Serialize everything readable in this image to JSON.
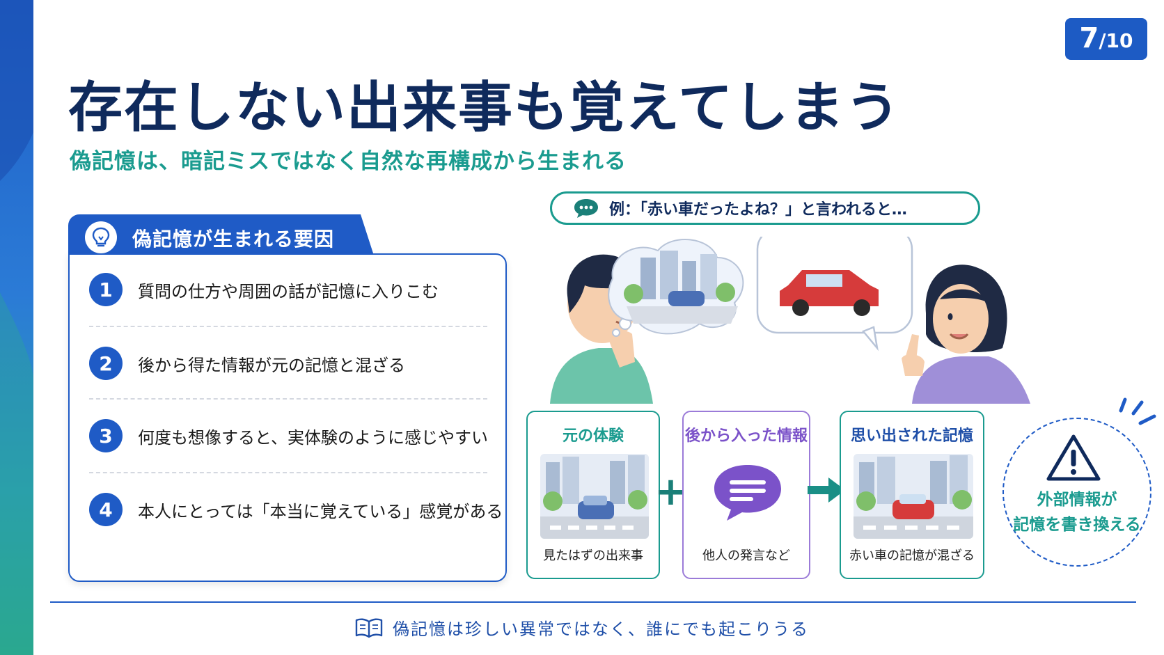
{
  "page": {
    "current": "7",
    "total": "/10"
  },
  "title": "存在しない出来事も覚えてしまう",
  "subtitle": "偽記憶は、暗記ミスではなく自然な再構成から生まれる",
  "factors": {
    "heading": "偽記憶が生まれる要因",
    "items": [
      {
        "num": "1",
        "text": "質問の仕方や周囲の話が記憶に入りこむ"
      },
      {
        "num": "2",
        "text": "後から得た情報が元の記憶と混ざる"
      },
      {
        "num": "3",
        "text": "何度も想像すると、実体験のように感じやすい"
      },
      {
        "num": "4",
        "text": "本人にとっては「本当に覚えている」感覚がある"
      }
    ]
  },
  "example": {
    "label": "例：「赤い車だったよね？」と言われると…",
    "speech": "赤い車だったよね？"
  },
  "flow": {
    "original": {
      "head": "元の体験",
      "caption": "見たはずの出来事"
    },
    "added": {
      "head": "後から入った情報",
      "caption": "他人の発言など"
    },
    "recalled": {
      "head": "思い出された記憶",
      "caption": "赤い車の記憶が混ざる"
    }
  },
  "warning": {
    "line1": "外部情報が",
    "line2": "記憶を書き換える"
  },
  "footer": "偽記憶は珍しい異常ではなく、誰にでも起こりうる",
  "colors": {
    "primary": "#1f5bc6",
    "teal": "#1a9b8f",
    "title": "#0f2a5c",
    "purple": "#7b52c9"
  }
}
